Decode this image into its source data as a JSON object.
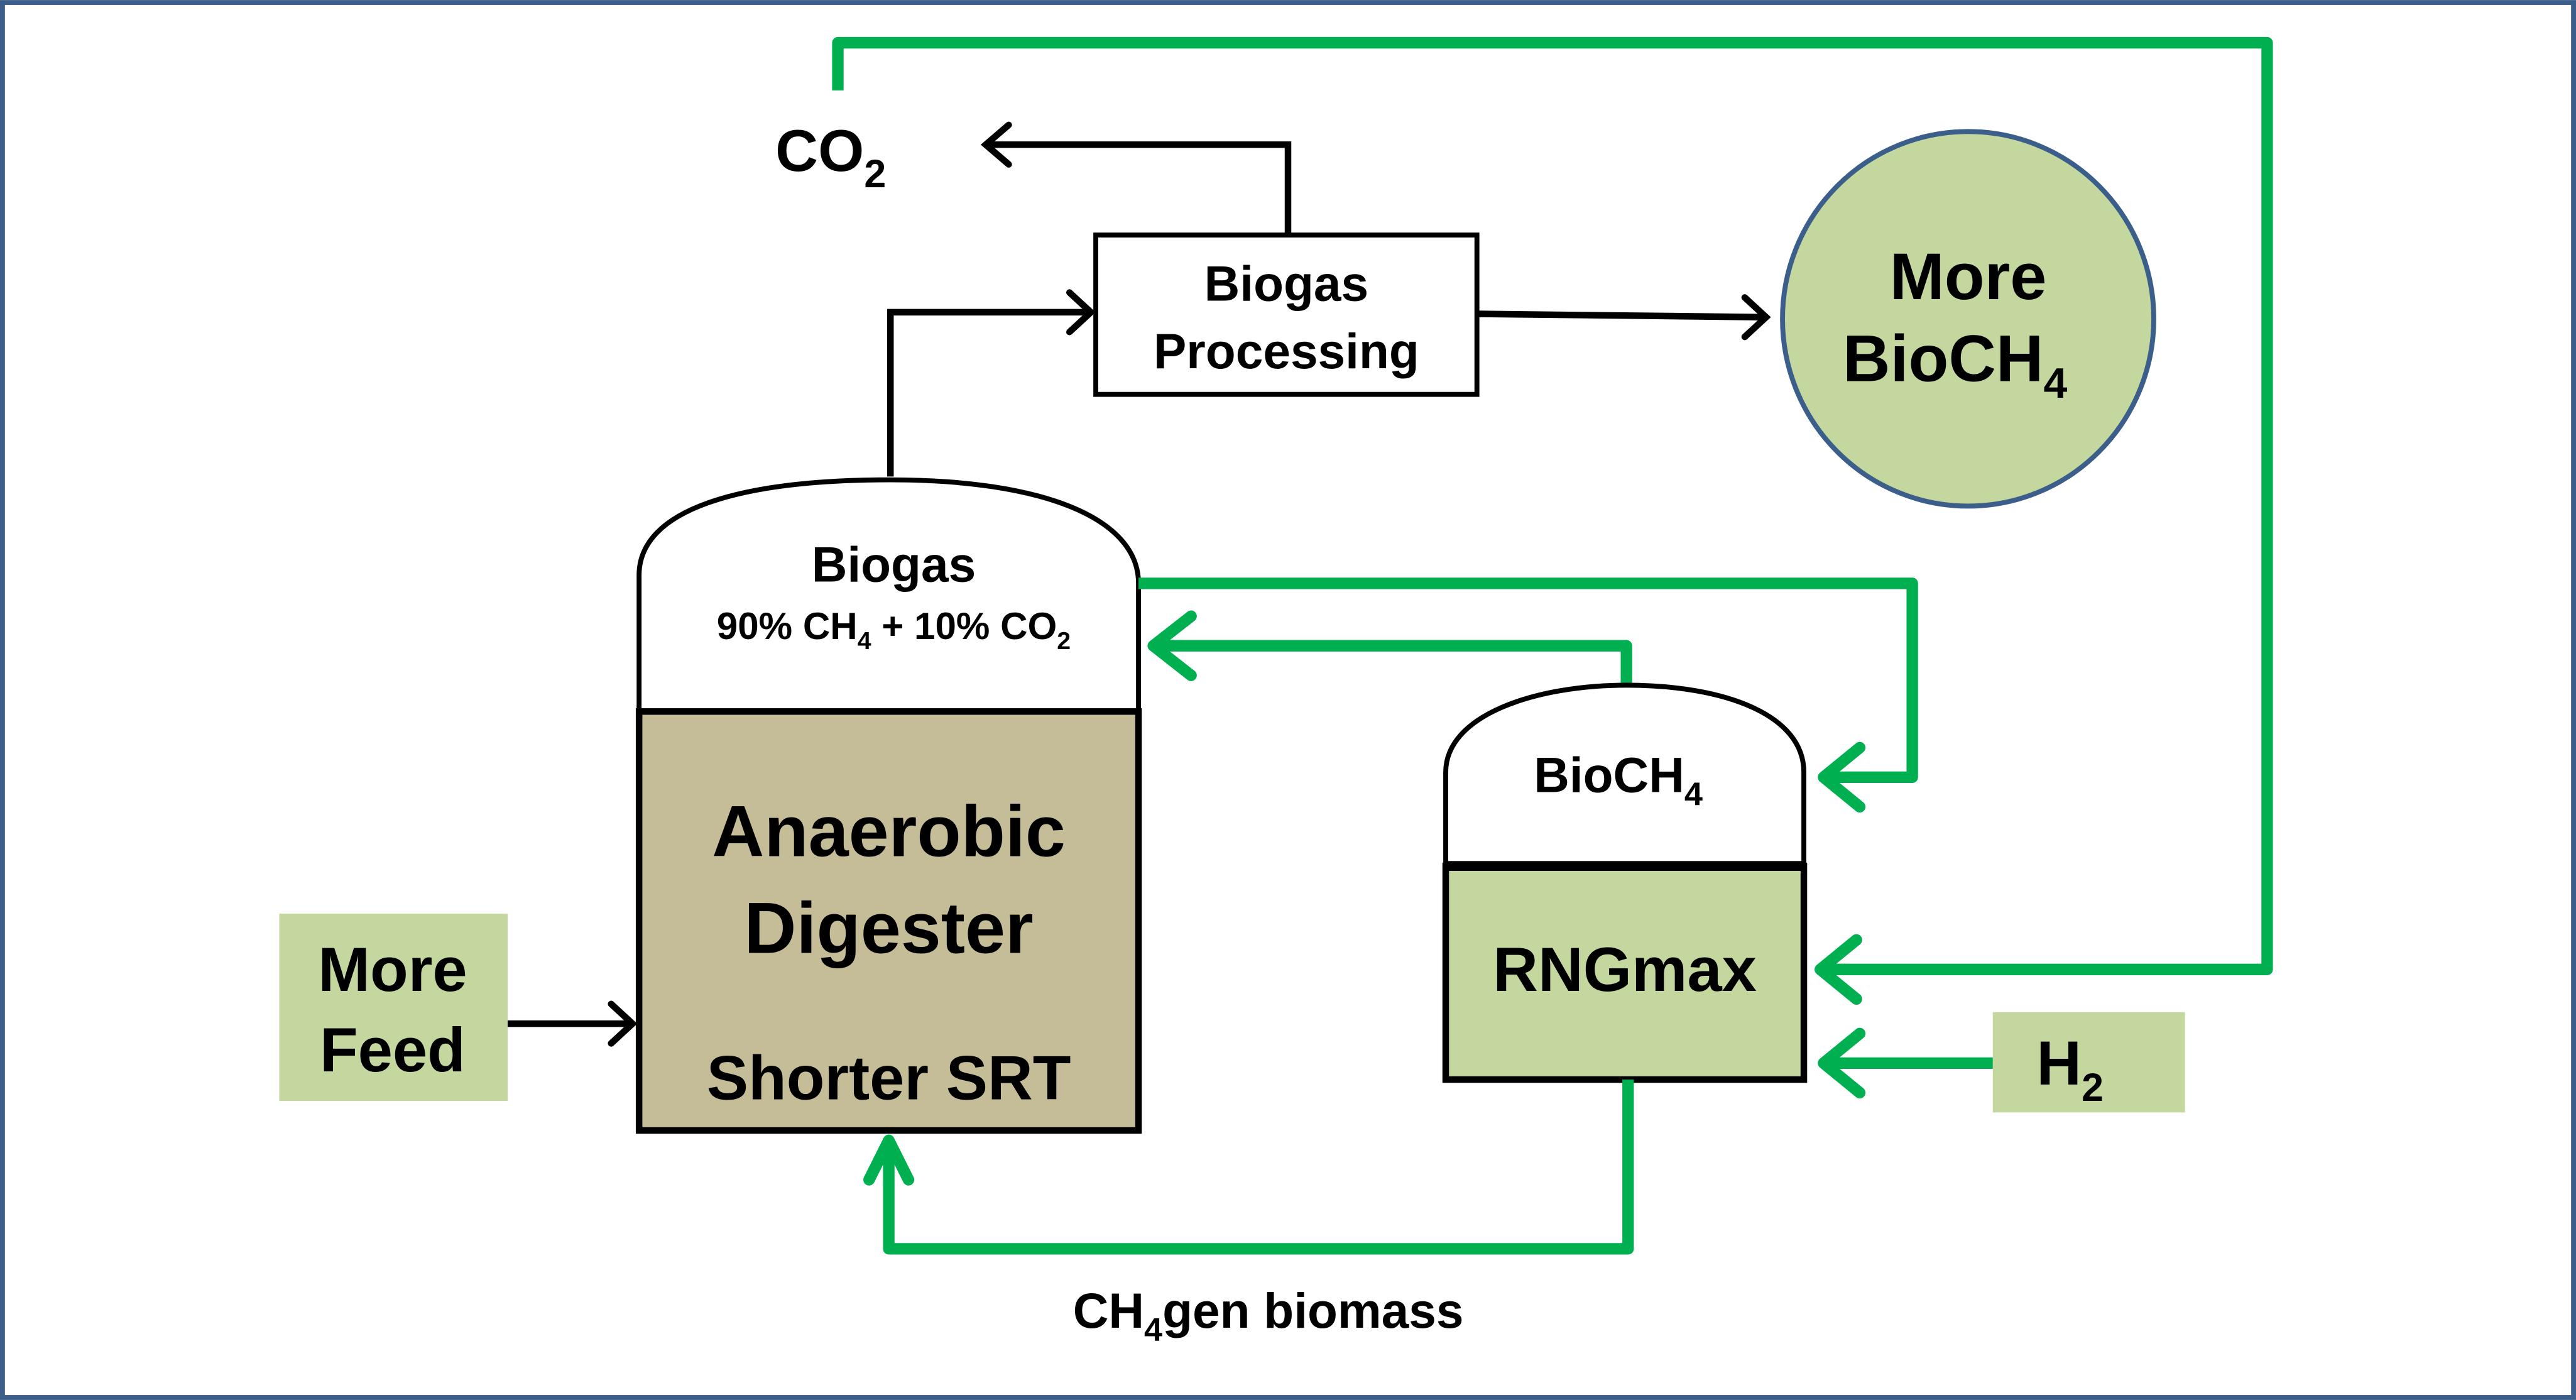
{
  "colors": {
    "frame": "#3b5f8a",
    "green_flow": "#00b050",
    "black_flow": "#000000",
    "light_green": "#c4d79e",
    "digester_fill": "#c4bd97",
    "ellipse_border": "#3b5f8a"
  },
  "nodes": {
    "co2": {
      "main": "CO",
      "sub": "2"
    },
    "biogas_processing": {
      "line1": "Biogas",
      "line2": "Processing"
    },
    "more_biomethane": {
      "line1": "More",
      "line2_main": "BioCH",
      "line2_sub": "4"
    },
    "biogas_headspace": {
      "title": "Biogas",
      "comp_a": "90% CH",
      "comp_a_sub": "4",
      "comp_b": " + 10% CO",
      "comp_b_sub": "2"
    },
    "digester": {
      "line1": "Anaerobic",
      "line2": "Digester",
      "line3": "Shorter SRT"
    },
    "more_feed": {
      "line1": "More",
      "line2": "Feed"
    },
    "rngmax_headspace": {
      "main": "BioCH",
      "sub": "4"
    },
    "rngmax": {
      "label": "RNGmax"
    },
    "h2": {
      "main": "H",
      "sub": "2"
    },
    "biomass_label": {
      "pre": "CH",
      "sub": "4",
      "post": "gen biomass"
    }
  }
}
